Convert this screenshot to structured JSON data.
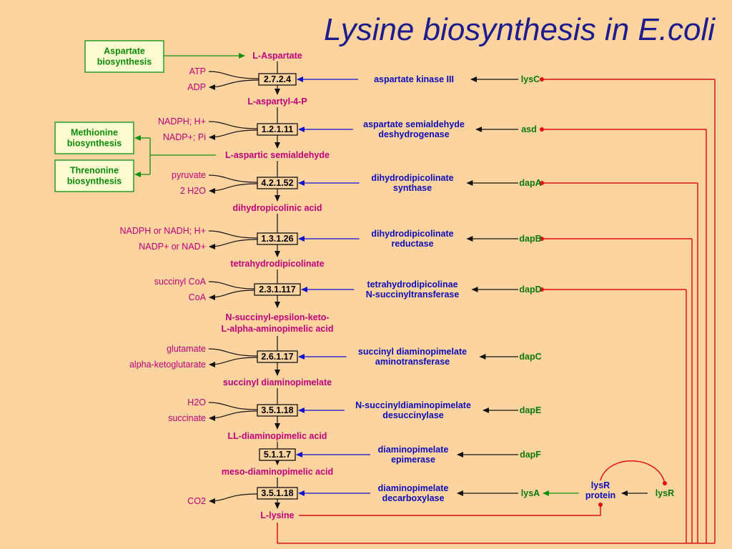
{
  "title": "Lysine biosynthesis in E.coli",
  "side_pathways": [
    "Aspartate biosynthesis",
    "Methionine biosynthesis",
    "Threnonine biosynthesis"
  ],
  "side_pathways_lines": [
    [
      "Aspartate",
      "biosynthesis"
    ],
    [
      "Methionine",
      "biosynthesis"
    ],
    [
      "Threnonine",
      "biosynthesis"
    ]
  ],
  "metabolites": [
    [
      "L-Aspartate"
    ],
    [
      "L-aspartyl-4-P"
    ],
    [
      "L-aspartic semialdehyde"
    ],
    [
      "dihydropicolinic acid"
    ],
    [
      "tetrahydrodipicolinate"
    ],
    [
      "N-succinyl-epsilon-keto-",
      "L-alpha-aminopimelic acid"
    ],
    [
      "succinyl diaminopimelate"
    ],
    [
      "LL-diaminopimelic acid"
    ],
    [
      "meso-diaminopimelic acid"
    ],
    [
      "L-lysine"
    ]
  ],
  "steps": [
    {
      "ec": "2.7.2.4",
      "cofactor_in": "ATP",
      "cofactor_out": "ADP",
      "enzyme": [
        "aspartate kinase III"
      ],
      "gene": "lysC"
    },
    {
      "ec": "1.2.1.11",
      "cofactor_in": "NADPH; H+",
      "cofactor_out": "NADP+; Pi",
      "enzyme": [
        "aspartate semialdehyde",
        "deshydrogenase"
      ],
      "gene": "asd"
    },
    {
      "ec": "4.2.1.52",
      "cofactor_in": "pyruvate",
      "cofactor_out": "2 H2O",
      "enzyme": [
        "dihydrodipicolinate",
        "synthase"
      ],
      "gene": "dapA"
    },
    {
      "ec": "1.3.1.26",
      "cofactor_in": "NADPH or NADH; H+",
      "cofactor_out": "NADP+ or NAD+",
      "enzyme": [
        "dihydrodipicolinate",
        "reductase"
      ],
      "gene": "dapB"
    },
    {
      "ec": "2.3.1.117",
      "cofactor_in": "succinyl CoA",
      "cofactor_out": "CoA",
      "enzyme": [
        "tetrahydrodipicolinae",
        "N-succinyltransferase"
      ],
      "gene": "dapD"
    },
    {
      "ec": "2.6.1.17",
      "cofactor_in": "glutamate",
      "cofactor_out": "alpha-ketoglutarate",
      "enzyme": [
        "succinyl diaminopimelate",
        "aminotransferase"
      ],
      "gene": "dapC"
    },
    {
      "ec": "3.5.1.18",
      "cofactor_in": "H2O",
      "cofactor_out": "succinate",
      "enzyme": [
        "N-succinyldiaminopimelate",
        "desuccinylase"
      ],
      "gene": "dapE"
    },
    {
      "ec": "5.1.1.7",
      "cofactor_in": "",
      "cofactor_out": "",
      "enzyme": [
        "diaminopimelate",
        "epimerase"
      ],
      "gene": "dapF"
    },
    {
      "ec": "3.5.1.18",
      "cofactor_in": "",
      "cofactor_out": "CO2",
      "enzyme": [
        "diaminopimelate",
        "decarboxylase"
      ],
      "gene": "lysA"
    }
  ],
  "regulator": {
    "protein": [
      "lysR",
      "protein"
    ],
    "gene": "lysR"
  },
  "colors": {
    "background": "#fdd3a0",
    "metabolite": "#c0007a",
    "enzyme": "#0b0bb8",
    "gene": "#0a7a0a",
    "side_box_border": "#2a9a2a",
    "regulation": "#e01010"
  }
}
